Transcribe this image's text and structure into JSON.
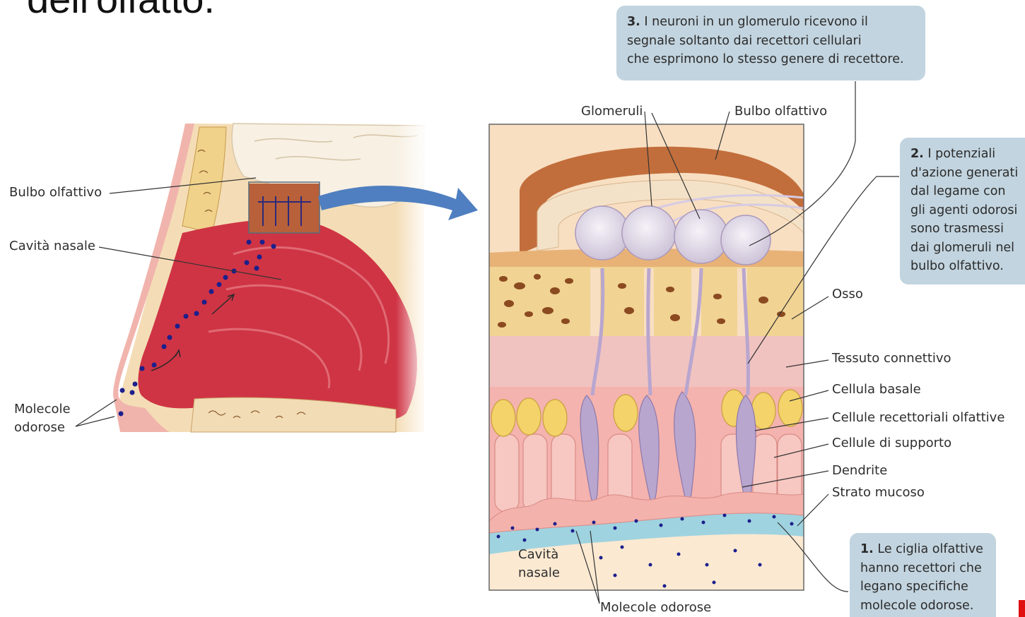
{
  "title": "dell'olfatto.",
  "left_labels": {
    "bulb": "Bulbo olfattivo",
    "cavity": "Cavità nasale",
    "molecules_1": "Molecole",
    "molecules_2": "odorose"
  },
  "right_labels": {
    "glomeruli": "Glomeruli",
    "bulb": "Bulbo olfattivo",
    "bone": "Osso",
    "connective": "Tessuto connettivo",
    "basal": "Cellula basale",
    "receptor": "Cellule recettoriali olfattive",
    "support": "Cellule di supporto",
    "dendrite": "Dendrite",
    "mucus": "Strato mucoso",
    "cavity_1": "Cavità",
    "cavity_2": "nasale",
    "molecules": "Molecole odorose"
  },
  "callouts": {
    "c3": {
      "num": "3.",
      "lines": [
        "I neuroni in un glomerulo ricevono il",
        "segnale soltanto dai recettori cellulari",
        "che esprimono lo stesso genere di recettore."
      ]
    },
    "c2": {
      "num": "2.",
      "lines": [
        "I potenziali",
        "d'azione generati",
        "dal legame con",
        "gli agenti odorosi",
        "sono trasmessi",
        "dai glomeruli nel",
        "bulbo olfattivo."
      ]
    },
    "c1": {
      "num": "1.",
      "lines": [
        "Le ciglia olfattive",
        "hanno recettori che",
        "legano specifiche",
        "molecole odorose."
      ]
    }
  },
  "colors": {
    "mucosa": "#d33a48",
    "bone": "#f1d393",
    "bulb": "#c26e3c",
    "connective": "#f1c3c0",
    "basal_cell": "#f3d36a",
    "receptor_cell": "#b8a6cf",
    "mucus_layer": "#9fd3e0",
    "molecule": "#1c1f8c",
    "callout": "#c2d4df",
    "arrow": "#4f7fc0"
  }
}
